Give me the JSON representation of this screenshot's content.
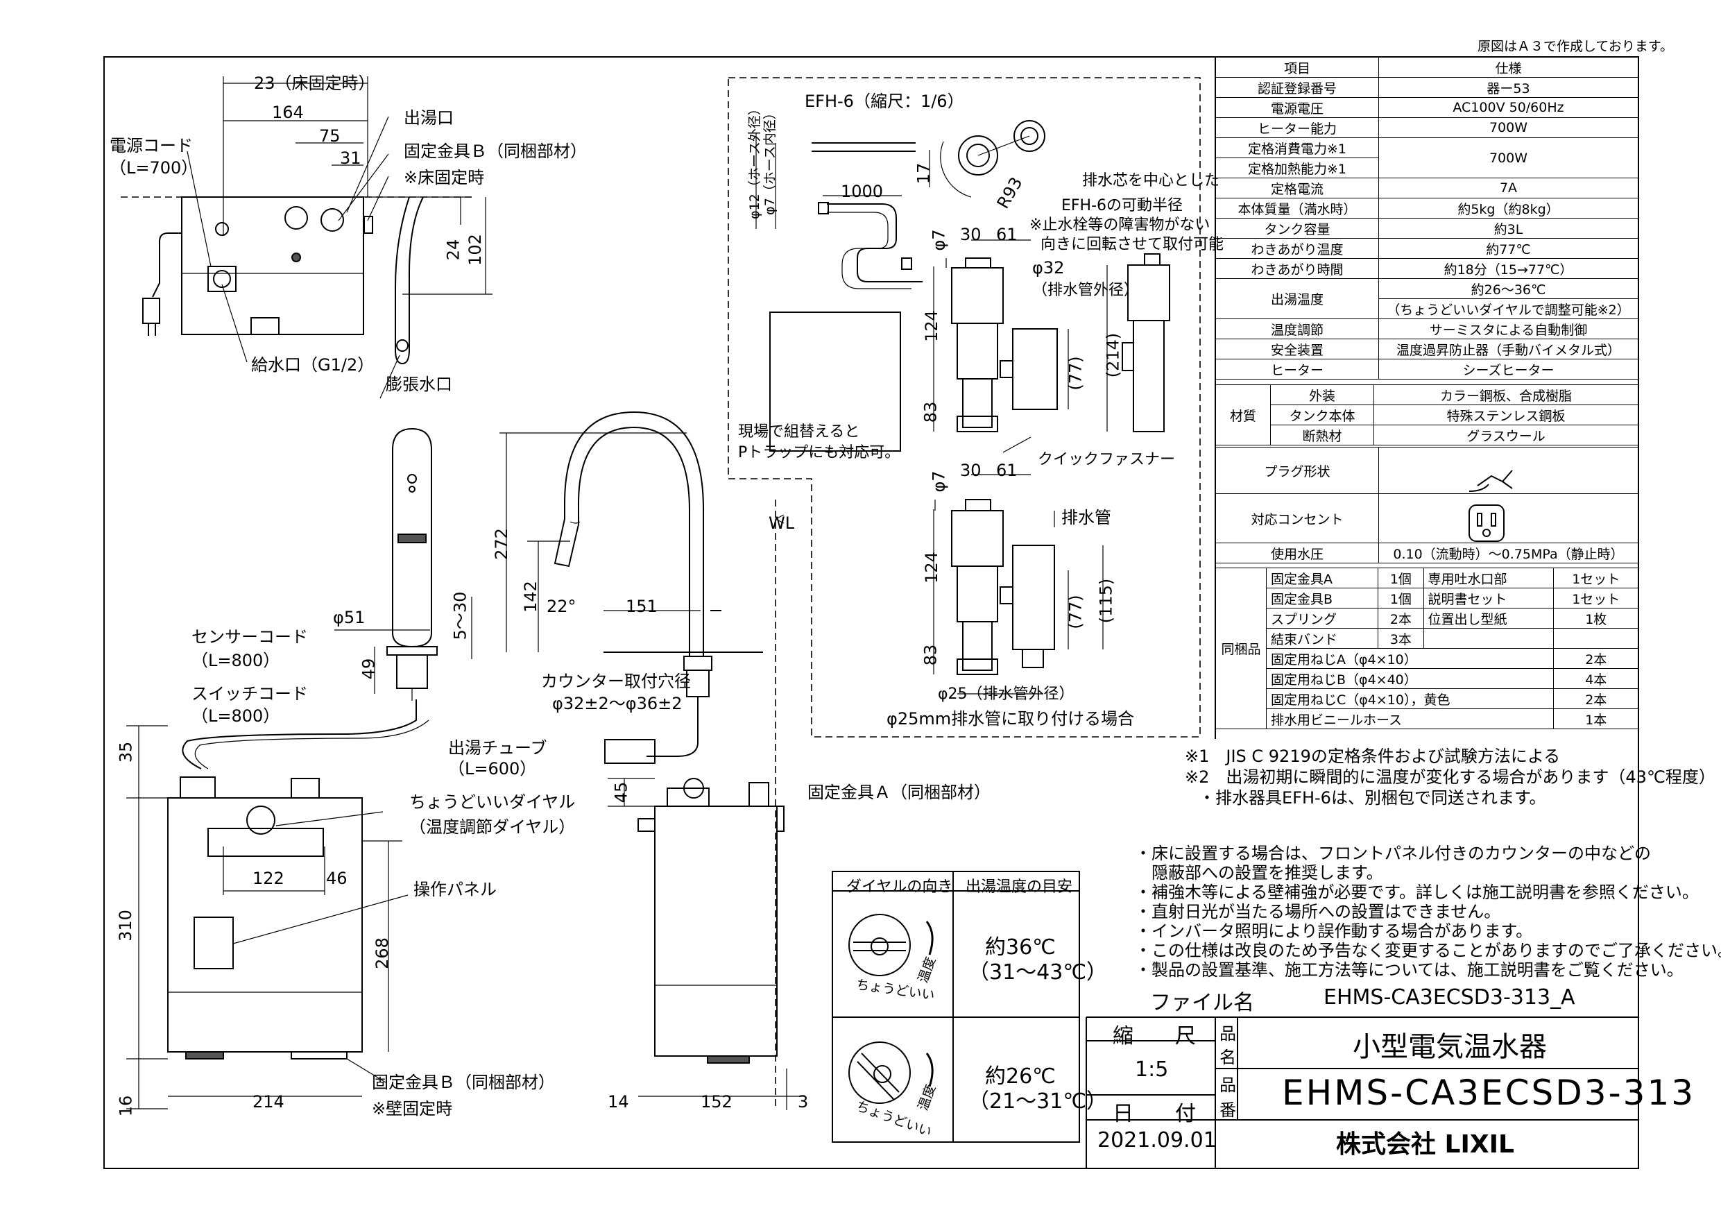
{
  "top_note": "原図はＡ３で作成しております。",
  "spec": {
    "header": [
      "項目",
      "仕様"
    ],
    "rows": [
      [
        "認証登録番号",
        "器ー53"
      ],
      [
        "電源電圧",
        "AC100V 50/60Hz"
      ],
      [
        "ヒーター能力",
        "700W"
      ],
      [
        "定格消費電力※1",
        "700W"
      ],
      [
        "定格加熱能力※1",
        ""
      ],
      [
        "定格電流",
        "7A"
      ],
      [
        "本体質量（満水時）",
        "約5kg（約8kg）"
      ],
      [
        "タンク容量",
        "約3L"
      ],
      [
        "わきあがり温度",
        "約77℃"
      ],
      [
        "わきあがり時間",
        "約18分（15→77℃）"
      ],
      [
        "出湯温度",
        "約26～36℃"
      ],
      [
        "",
        "（ちょうどいいダイヤルで調整可能※2）"
      ],
      [
        "温度調節",
        "サーミスタによる自動制御"
      ],
      [
        "安全装置",
        "温度過昇防止器（手動バイメタル式）"
      ],
      [
        "ヒーター",
        "シーズヒーター"
      ]
    ],
    "material_label": "材質",
    "material": [
      [
        "外装",
        "カラー鋼板、合成樹脂"
      ],
      [
        "タンク本体",
        "特殊ステンレス鋼板"
      ],
      [
        "断熱材",
        "グラスウール"
      ]
    ],
    "plug_label": "プラグ形状",
    "outlet_label": "対応コンセント",
    "pressure": [
      "使用水圧",
      "0.10（流動時）～0.75MPa（静止時）"
    ],
    "bundled_label": "同梱品",
    "bundled_a": [
      [
        "固定金具A",
        "1個",
        "専用吐水口部",
        "1セット"
      ],
      [
        "固定金具B",
        "1個",
        "説明書セット",
        "1セット"
      ],
      [
        "スプリング",
        "2本",
        "位置出し型紙",
        "1枚"
      ],
      [
        "結束バンド",
        "3本",
        "",
        ""
      ]
    ],
    "bundled_b": [
      [
        "固定用ねじA（φ4×10）",
        "2本"
      ],
      [
        "固定用ねじB（φ4×40）",
        "4本"
      ],
      [
        "固定用ねじC（φ4×10），黄色",
        "2本"
      ],
      [
        "排水用ビニールホース",
        "1本"
      ]
    ]
  },
  "footnotes": [
    "※1　JIS C 9219の定格条件および試験方法による",
    "※2　出湯初期に瞬間的に温度が変化する場合があります（43℃程度）",
    "・排水器具EFH-6は、別梱包で同送されます。"
  ],
  "notes": [
    "・床に設置する場合は、フロントパネル付きのカウンターの中などの",
    "　隠蔽部への設置を推奨します。",
    "・補強木等による壁補強が必要です。詳しくは施工説明書を参照ください。",
    "・直射日光が当たる場所への設置はできません。",
    "・インバータ照明により誤作動する場合があります。",
    "・この仕様は改良のため予告なく変更することがありますのでご了承ください。",
    "・製品の設置基準、施工方法等については、施工説明書をご覧ください。"
  ],
  "dial_table": {
    "headers": [
      "ダイヤルの向き",
      "出湯温度の目安"
    ],
    "row1": [
      "約36℃",
      "（31～43℃）"
    ],
    "row2": [
      "約26℃",
      "（21～31℃）"
    ],
    "dial_label": "温度",
    "dial_sub1": "ちょうどいい",
    "dial_sub2": "ちょうどいい"
  },
  "title_block": {
    "file_label": "ファイル名",
    "file_name": "EHMS-CA3ECSD3-313_A",
    "scale_label": "縮　　尺",
    "scale": "1:5",
    "date_label": "日　　付",
    "date": "2021.09.01",
    "name_label_1": "品",
    "name_label_2": "名",
    "number_label_1": "品",
    "number_label_2": "番",
    "product_name": "小型電気温水器",
    "product_number": "EHMS-CA3ECSD3-313",
    "company": "株式会社 LIXIL"
  },
  "labels": {
    "power_cord": "電源コード",
    "power_cord_len": "（L=700）",
    "hot_out": "出湯口",
    "fix_b": "固定金具Ｂ（同梱部材）",
    "floor_fix": "※床固定時",
    "floor_fix_23": "23（床固定時）",
    "water_in": "給水口（G1/2）",
    "expansion": "膨張水口",
    "sensor_cord": "センサーコード",
    "sensor_len": "（L=800）",
    "switch_cord": "スイッチコード",
    "switch_len": "（L=800）",
    "hot_tube": "出湯チューブ",
    "hot_tube_len": "（L=600）",
    "dial": "ちょうどいいダイヤル",
    "dial_sub": "（温度調節ダイヤル）",
    "panel": "操作パネル",
    "fix_b_bottom": "固定金具Ｂ（同梱部材）",
    "wall_fix": "※壁固定時",
    "counter_hole": "カウンター取付穴径",
    "counter_hole_dim": "φ32±2～φ36±2",
    "fix_a": "固定金具Ａ（同梱部材）",
    "efh": "EFH-6（縮尺：1/6）",
    "hose_outer": "φ12（ホース外径）",
    "hose_inner": "φ7（ホース内径）",
    "pivot_1": "排水芯を中心とした",
    "pivot_2": "EFH-6の可動半径",
    "pivot_3": "※止水栓等の障害物がない",
    "pivot_4": "向きに回転させて取付可能",
    "drain_outer": "（排水管外径）",
    "quick": "クイックファスナー",
    "drain_pipe": "排水管",
    "drain25": "φ25（排水管外径）",
    "drain25_case": "φ25mm排水管に取り付ける場合",
    "ptrap_1": "現場で組替えると",
    "ptrap_2": "Pトラップにも対応可。",
    "wl": "WL",
    "r93": "R93"
  },
  "dims": {
    "d164": "164",
    "d75": "75",
    "d31": "31",
    "d24": "24",
    "d102": "102",
    "d272": "272",
    "d142": "142",
    "d22": "22°",
    "d151": "151",
    "d51": "φ51",
    "d530": "5～30",
    "d49": "49",
    "d35": "35",
    "d45": "45",
    "d122": "122",
    "d46": "46",
    "d310": "310",
    "d268": "268",
    "d214": "214",
    "d16": "16",
    "d14": "14",
    "d152": "152",
    "d3": "3",
    "d1000": "1000",
    "d17": "17",
    "phi7": "φ7",
    "d30": "30",
    "d61": "61",
    "phi32": "φ32",
    "d124": "124",
    "d83": "83",
    "d77": "(77)",
    "d214b": "(214)",
    "d115": "(115)"
  }
}
